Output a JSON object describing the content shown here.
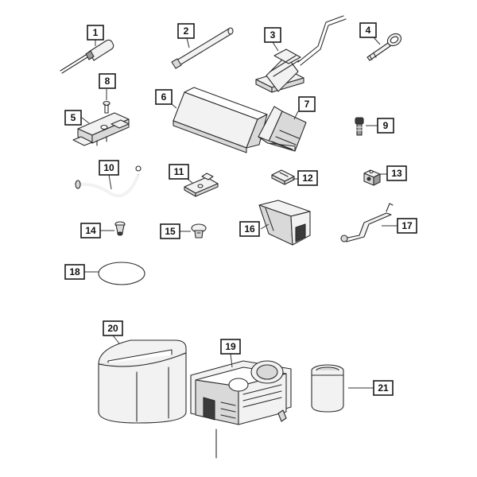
{
  "callouts": {
    "c1": "1",
    "c2": "2",
    "c3": "3",
    "c4": "4",
    "c5": "5",
    "c6": "6",
    "c7": "7",
    "c8": "8",
    "c9": "9",
    "c10": "10",
    "c11": "11",
    "c12": "12",
    "c13": "13",
    "c14": "14",
    "c15": "15",
    "c16": "16",
    "c17": "17",
    "c18": "18",
    "c19": "19",
    "c20": "20",
    "c21": "21"
  },
  "colors": {
    "line": "#2a2a2a",
    "background": "#ffffff"
  }
}
